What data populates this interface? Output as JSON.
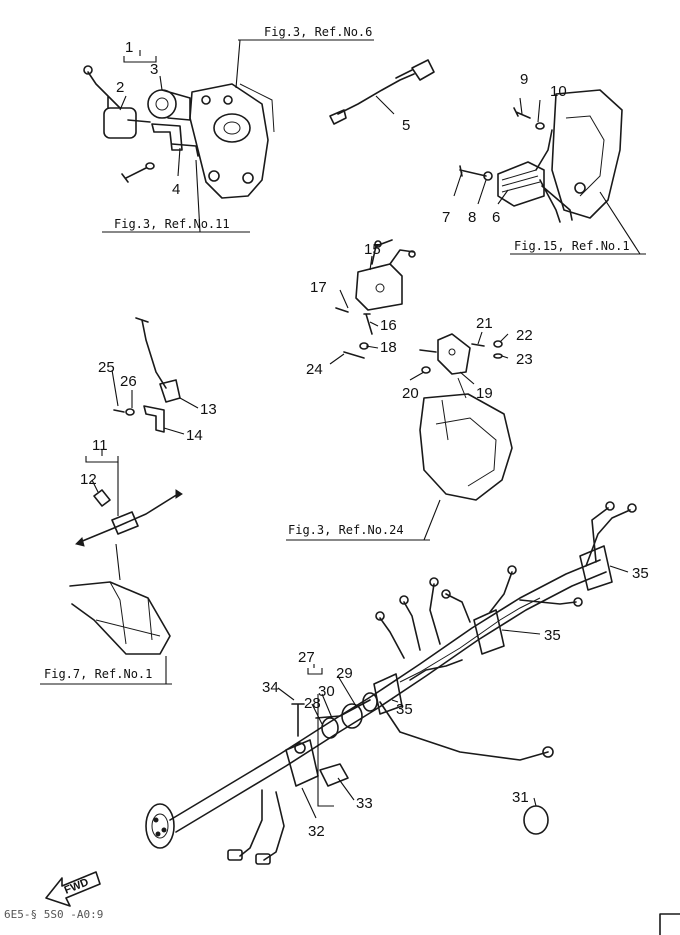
{
  "callouts": [
    {
      "id": "1",
      "label": "1"
    },
    {
      "id": "2",
      "label": "2"
    },
    {
      "id": "3",
      "label": "3"
    },
    {
      "id": "4",
      "label": "4"
    },
    {
      "id": "5",
      "label": "5"
    },
    {
      "id": "6",
      "label": "6"
    },
    {
      "id": "7",
      "label": "7"
    },
    {
      "id": "8",
      "label": "8"
    },
    {
      "id": "9",
      "label": "9"
    },
    {
      "id": "10",
      "label": "10"
    },
    {
      "id": "11",
      "label": "11"
    },
    {
      "id": "12",
      "label": "12"
    },
    {
      "id": "13",
      "label": "13"
    },
    {
      "id": "14",
      "label": "14"
    },
    {
      "id": "15",
      "label": "15"
    },
    {
      "id": "16",
      "label": "16"
    },
    {
      "id": "17",
      "label": "17"
    },
    {
      "id": "18",
      "label": "18"
    },
    {
      "id": "19",
      "label": "19"
    },
    {
      "id": "20",
      "label": "20"
    },
    {
      "id": "21",
      "label": "21"
    },
    {
      "id": "22",
      "label": "22"
    },
    {
      "id": "23",
      "label": "23"
    },
    {
      "id": "24",
      "label": "24"
    },
    {
      "id": "25",
      "label": "25"
    },
    {
      "id": "26",
      "label": "26"
    },
    {
      "id": "27",
      "label": "27"
    },
    {
      "id": "28",
      "label": "28"
    },
    {
      "id": "29",
      "label": "29"
    },
    {
      "id": "30",
      "label": "30"
    },
    {
      "id": "31",
      "label": "31"
    },
    {
      "id": "32",
      "label": "32"
    },
    {
      "id": "33",
      "label": "33"
    },
    {
      "id": "34",
      "label": "34"
    },
    {
      "id": "35a",
      "label": "35"
    },
    {
      "id": "35b",
      "label": "35"
    },
    {
      "id": "35c",
      "label": "35"
    }
  ],
  "references": [
    {
      "id": "fig3-ref6",
      "text": "Fig.3, Ref.No.6"
    },
    {
      "id": "fig3-ref11",
      "text": "Fig.3, Ref.No.11"
    },
    {
      "id": "fig15-ref1",
      "text": "Fig.15, Ref.No.1"
    },
    {
      "id": "fig3-ref24",
      "text": "Fig.3, Ref.No.24"
    },
    {
      "id": "fig7-ref1",
      "text": "Fig.7, Ref.No.1"
    }
  ],
  "fwd_label": "FWD",
  "footer_code": "6E5-§ 5S0 -A0:9",
  "style": {
    "ink": "#1a1a1a",
    "paper": "#ffffff"
  }
}
